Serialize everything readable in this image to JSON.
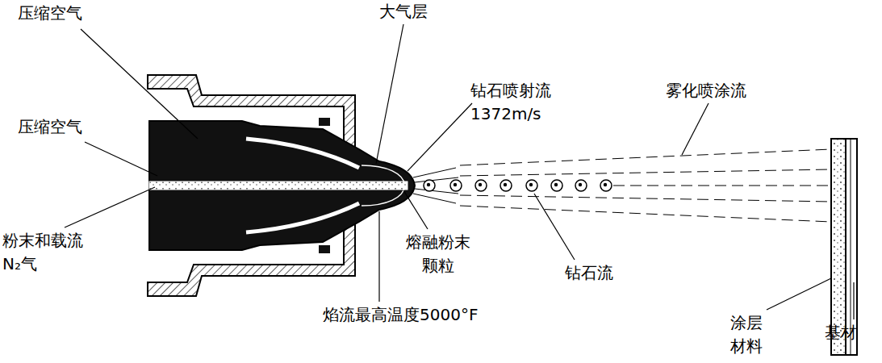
{
  "diagram": {
    "labels": [
      "压缩空气",
      "大气层",
      "钻石喷射流 1372m/s",
      "雾化喷涂流",
      "压缩空气",
      "粉末和载流 N₂气",
      "熔融粉末 颗粒",
      "钻石流",
      "焰流最高温度5000°F",
      "涂层 材料",
      "基材"
    ]
  }
}
